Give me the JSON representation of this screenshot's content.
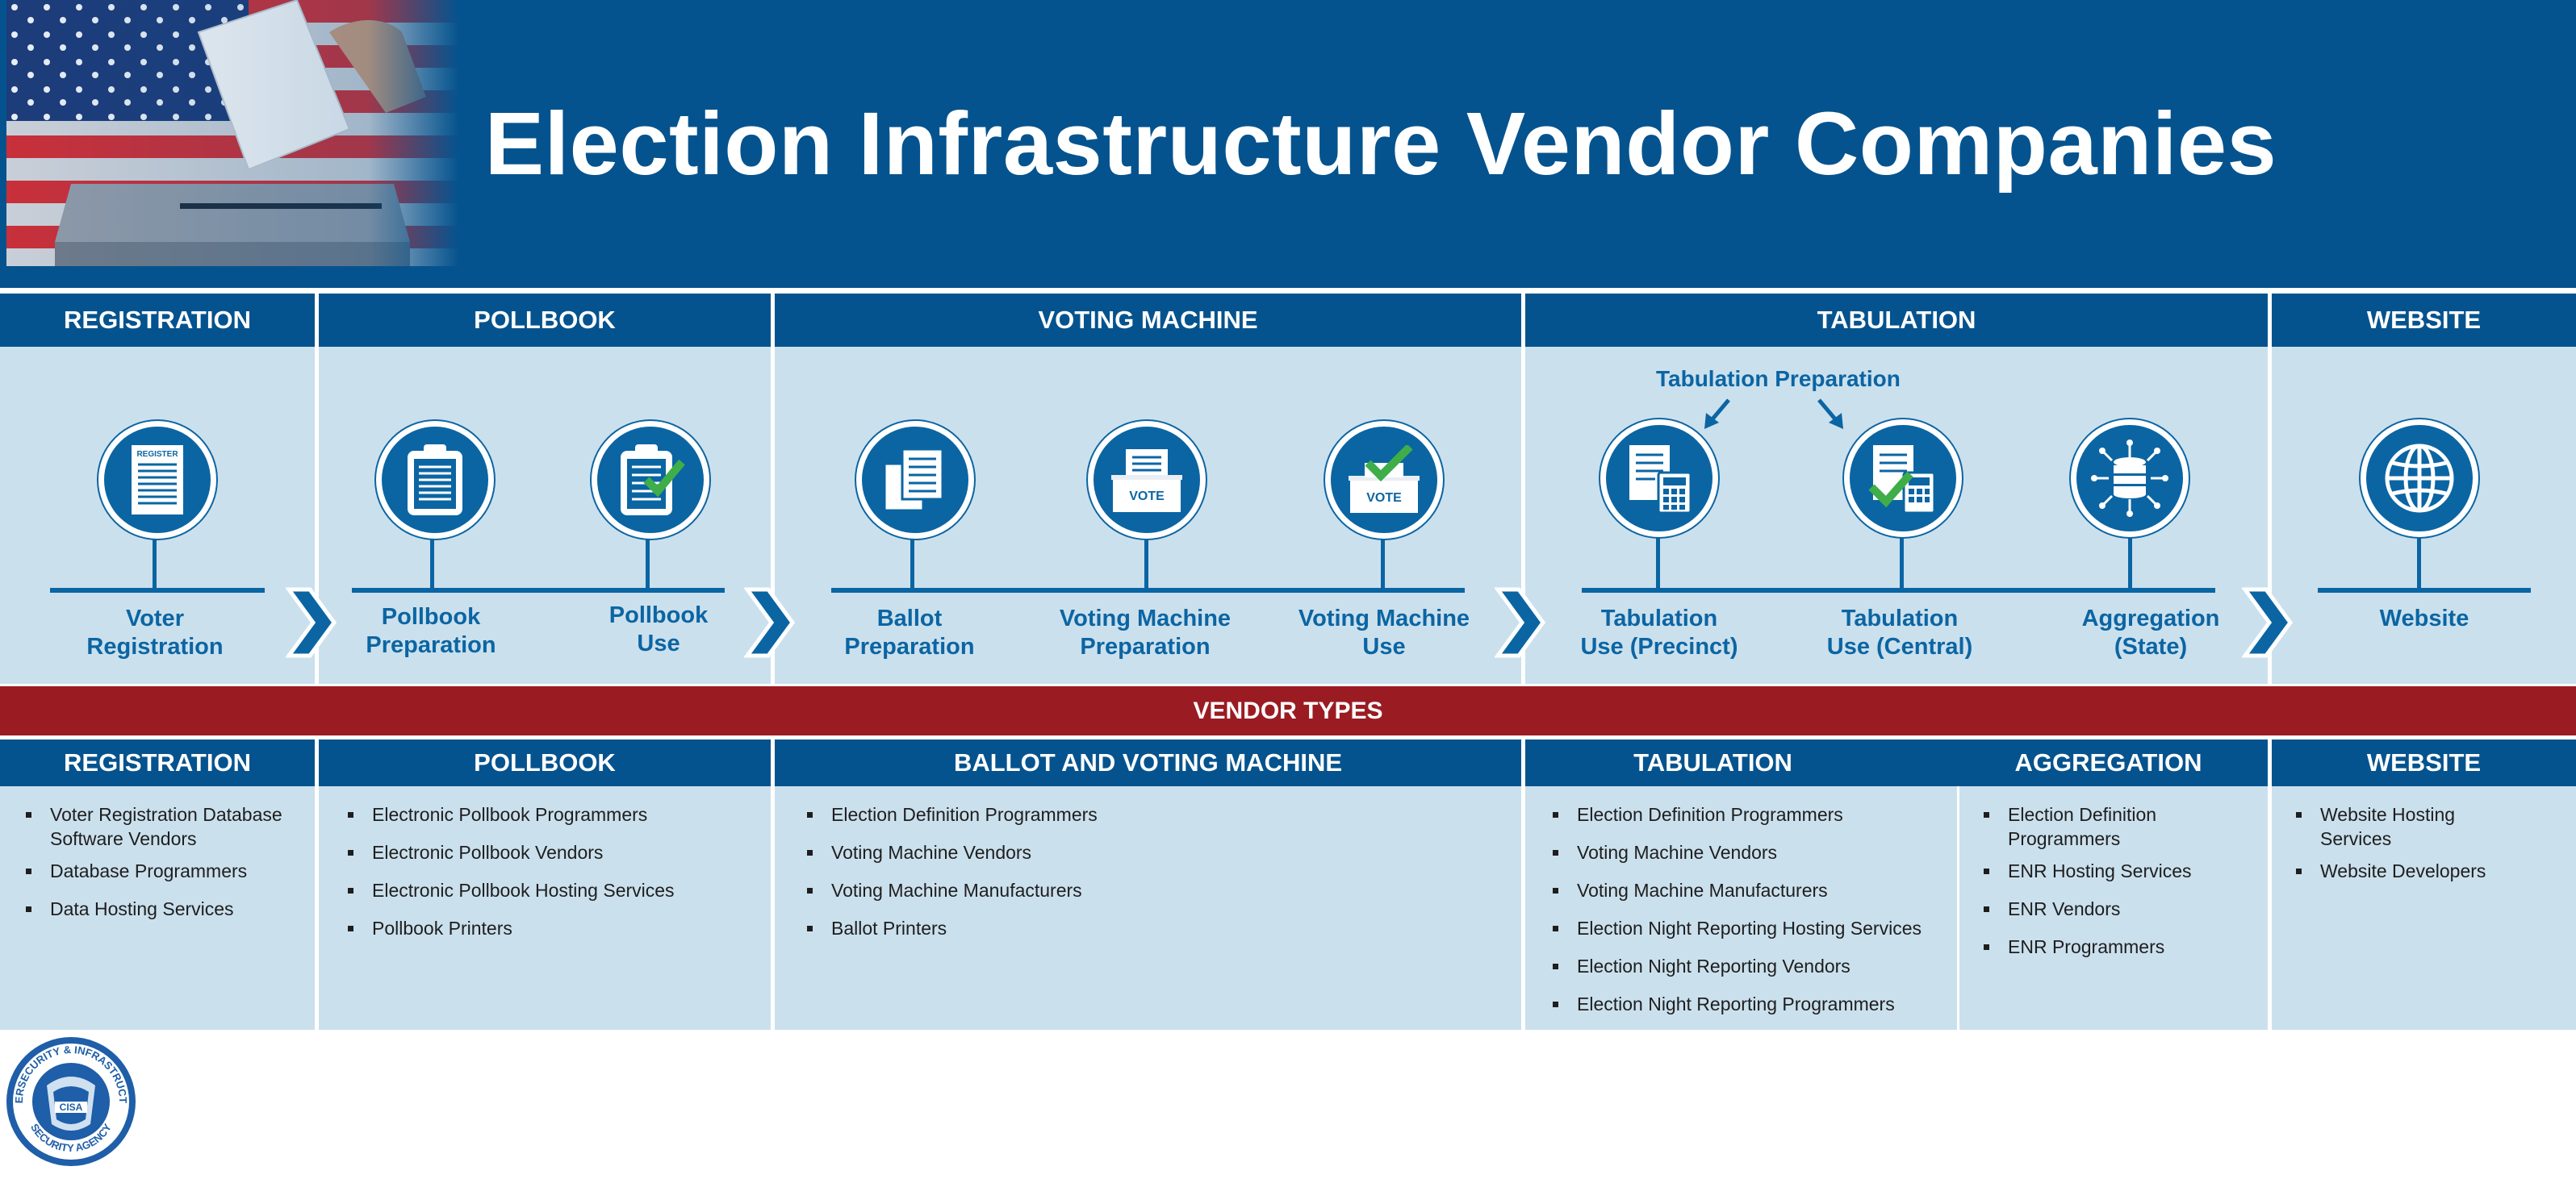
{
  "title": "Election Infrastructure Vendor Companies",
  "columns": [
    {
      "header": "REGISTRATION"
    },
    {
      "header": "POLLBOOK"
    },
    {
      "header": "VOTING MACHINE"
    },
    {
      "header": "TABULATION"
    },
    {
      "header": "WEBSITE"
    }
  ],
  "steps": {
    "voter_registration": "Voter\nRegistration",
    "pollbook_preparation": "Pollbook\nPreparation",
    "pollbook_use": "Pollbook\nUse",
    "ballot_preparation": "Ballot\nPreparation",
    "vm_preparation": "Voting Machine\nPreparation",
    "vm_use": "Voting Machine\nUse",
    "tab_precinct": "Tabulation\nUse (Precinct)",
    "tab_central": "Tabulation\nUse (Central)",
    "aggregation": "Aggregation\n(State)",
    "website": "Website"
  },
  "tabulation_prep_label": "Tabulation Preparation",
  "icon_text": {
    "register": "REGISTER",
    "vote": "VOTE",
    "vote2": "VOTE"
  },
  "vendor_types_label": "VENDOR TYPES",
  "vendor_columns": {
    "registration": {
      "header": "REGISTRATION",
      "items": [
        "Voter Registration Database Software Vendors",
        "Database Programmers",
        "Data Hosting Services"
      ]
    },
    "pollbook": {
      "header": "POLLBOOK",
      "items": [
        "Electronic Pollbook Programmers",
        "Electronic Pollbook Vendors",
        "Electronic Pollbook Hosting Services",
        "Pollbook Printers"
      ]
    },
    "ballot_vm": {
      "header": "BALLOT AND VOTING MACHINE",
      "items": [
        "Election Definition Programmers",
        "Voting Machine Vendors",
        "Voting Machine Manufacturers",
        "Ballot Printers"
      ]
    },
    "tabulation": {
      "header": "TABULATION",
      "items": [
        "Election Definition Programmers",
        "Voting Machine Vendors",
        "Voting Machine Manufacturers",
        "Election Night Reporting Hosting Services",
        "Election Night Reporting Vendors",
        "Election Night Reporting Programmers"
      ]
    },
    "aggregation": {
      "header": "AGGREGATION",
      "items": [
        "Election Definition Programmers",
        "ENR Hosting Services",
        "ENR Vendors",
        "ENR Programmers"
      ]
    },
    "website": {
      "header": "WEBSITE",
      "items": [
        "Website Hosting Services",
        "Website Developers"
      ]
    }
  },
  "seal": {
    "ring_text": "CYBERSECURITY & INFRASTRUCTURE SECURITY AGENCY",
    "center_text": "CISA"
  },
  "colors": {
    "navy": "#05538e",
    "icon_blue": "#0b65a3",
    "panel": "#cbe0ed",
    "red_band": "#9a1c22",
    "check_green": "#3fae49"
  }
}
